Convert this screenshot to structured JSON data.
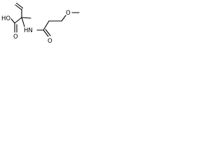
{
  "molecule": {
    "atoms": {
      "oh": "HO",
      "o_carbonyl": "O",
      "nh": "HN",
      "o_amide": "O",
      "o_ether": "O"
    }
  }
}
